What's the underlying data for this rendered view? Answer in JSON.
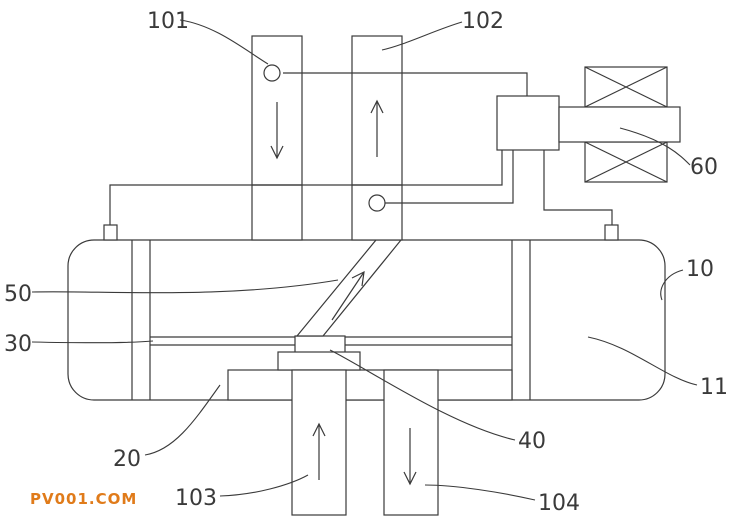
{
  "labels": {
    "l101": "101",
    "l102": "102",
    "l60": "60",
    "l10": "10",
    "l50": "50",
    "l30": "30",
    "l11": "11",
    "l20": "20",
    "l40": "40",
    "l103": "103",
    "l104": "104"
  },
  "watermark": {
    "text": "PV001.COM",
    "color": "#e07b1a"
  },
  "colors": {
    "line": "#3a3a3a",
    "background": "#ffffff"
  },
  "flow_arrows": [
    {
      "pipe": "101",
      "direction": "down"
    },
    {
      "pipe": "102",
      "direction": "up"
    },
    {
      "pipe": "50",
      "direction": "up-right"
    },
    {
      "pipe": "103",
      "direction": "up"
    },
    {
      "pipe": "104",
      "direction": "down"
    }
  ]
}
